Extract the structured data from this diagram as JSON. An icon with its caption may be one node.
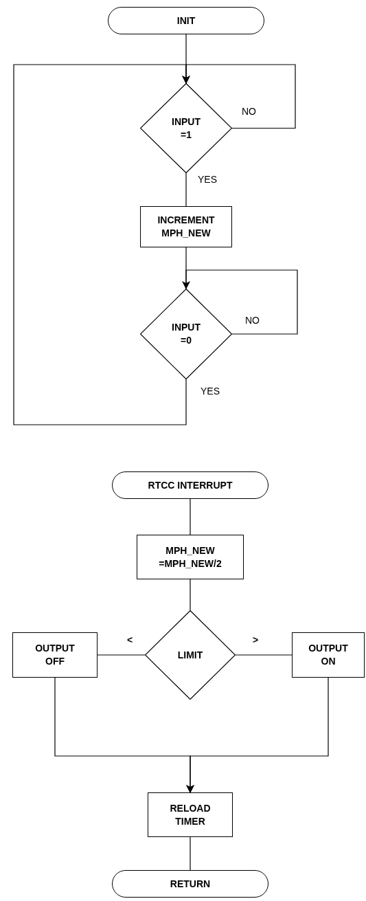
{
  "diagram": {
    "nodes": [
      {
        "text": [
          "INIT"
        ]
      },
      {
        "text": [
          "INPUT =1"
        ]
      },
      {
        "text": [
          "INCREMENT MPH_NEW"
        ]
      },
      {
        "text": [
          "INPUT =0"
        ]
      },
      {
        "text": [
          "RTCC INTERRUPT"
        ]
      },
      {
        "text": [
          "MPH_NEW =MPH_NEW/2"
        ]
      },
      {
        "text": [
          "LIMIT"
        ]
      },
      {
        "text": [
          "OUTPUT OFF"
        ]
      },
      {
        "text": [
          "OUTPUT ON"
        ]
      },
      {
        "text": [
          "RELOAD TIMER"
        ]
      },
      {
        "text": [
          "RETURN"
        ]
      }
    ],
    "edges": [
      {
        "from": 0,
        "to": 1,
        "arrow": "none"
      },
      {
        "from": 1,
        "to": 1,
        "label": "NO",
        "arrow": "to"
      },
      {
        "from": 1,
        "to": 2,
        "label": "YES",
        "arrow": "none"
      },
      {
        "from": 2,
        "to": 3,
        "arrow": "none"
      },
      {
        "from": 3,
        "to": 3,
        "label": "NO",
        "arrow": "to"
      },
      {
        "from": 3,
        "to": 1,
        "label": "YES",
        "arrow": "to"
      },
      {
        "from": 4,
        "to": 5,
        "arrow": "none"
      },
      {
        "from": 5,
        "to": 6,
        "arrow": "none"
      },
      {
        "from": 6,
        "to": 7,
        "label": "<",
        "arrow": "none"
      },
      {
        "from": 6,
        "to": 8,
        "label": ">",
        "arrow": "none"
      },
      {
        "from": 7,
        "to": 9,
        "arrow": "to"
      },
      {
        "from": 8,
        "to": 9,
        "arrow": "to"
      },
      {
        "from": 9,
        "to": 10,
        "arrow": "none"
      }
    ]
  }
}
